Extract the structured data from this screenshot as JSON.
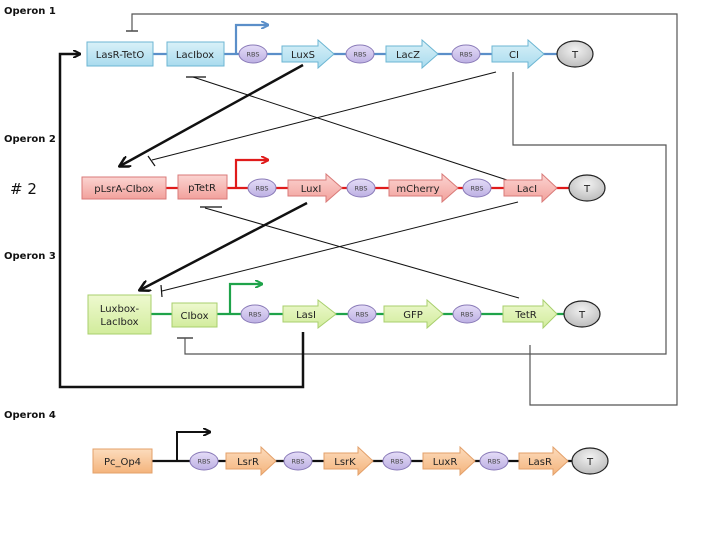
{
  "labels": {
    "operon1": "Operon 1",
    "operon2": "Operon 2",
    "operon3": "Operon 3",
    "operon4": "Operon 4",
    "hash": "# 2"
  },
  "colors": {
    "op1_fill": "#bfe6f2",
    "op1_stroke": "#6cb6d3",
    "op1_line": "#5b8fc9",
    "op2_fill": "#f6b9b5",
    "op2_stroke": "#d97a78",
    "op2_line": "#e01b1b",
    "op3_fill": "#dff2b2",
    "op3_stroke": "#a8cf6d",
    "op3_line": "#1fa34a",
    "op4_fill": "#f8c79a",
    "op4_stroke": "#e3a06a",
    "op4_line": "#111111",
    "rbs_fill": "#cfc3ec",
    "rbs_stroke": "#8a7bb8",
    "term_fill": "#d6d6d6"
  },
  "operons": [
    {
      "name": "Operon 1",
      "promoters": [
        "LasR-TetO",
        "LacIbox"
      ],
      "rbs_label": "RBS",
      "genes": [
        "LuxS",
        "LacZ",
        "CI"
      ],
      "terminator": "T"
    },
    {
      "name": "Operon 2",
      "promoters": [
        "pLsrA-CIbox",
        "pTetR"
      ],
      "rbs_label": "RBS",
      "genes": [
        "LuxI",
        "mCherry",
        "LacI"
      ],
      "terminator": "T"
    },
    {
      "name": "Operon 3",
      "promoters": [
        "Luxbox-LacIbox",
        "CIbox"
      ],
      "promoter_lines": [
        [
          "Luxbox-",
          "LacIbox"
        ],
        [
          "CIbox"
        ]
      ],
      "rbs_label": "RBS",
      "genes": [
        "LasI",
        "GFP",
        "TetR"
      ],
      "terminator": "T"
    },
    {
      "name": "Operon 4",
      "promoters": [
        "Pc_Op4"
      ],
      "rbs_label": "RBS",
      "genes": [
        "LsrR",
        "LsrK",
        "LuxR",
        "LasR"
      ],
      "terminator": "T"
    }
  ],
  "interactions": [
    {
      "from": "LuxS",
      "to": "pLsrA-CIbox",
      "type": "activation"
    },
    {
      "from": "LuxI",
      "to": "Luxbox-LacIbox",
      "type": "activation"
    },
    {
      "from": "LasI",
      "to": "LasR-TetO",
      "type": "activation"
    },
    {
      "from": "CI",
      "to": "pLsrA-CIbox",
      "type": "repression"
    },
    {
      "from": "CI",
      "to": "CIbox",
      "type": "repression"
    },
    {
      "from": "LacI",
      "to": "LacIbox",
      "type": "repression"
    },
    {
      "from": "LacI",
      "to": "Luxbox-LacIbox",
      "type": "repression"
    },
    {
      "from": "TetR",
      "to": "pTetR",
      "type": "repression"
    },
    {
      "from": "TetR",
      "to": "LasR-TetO",
      "type": "repression"
    }
  ]
}
